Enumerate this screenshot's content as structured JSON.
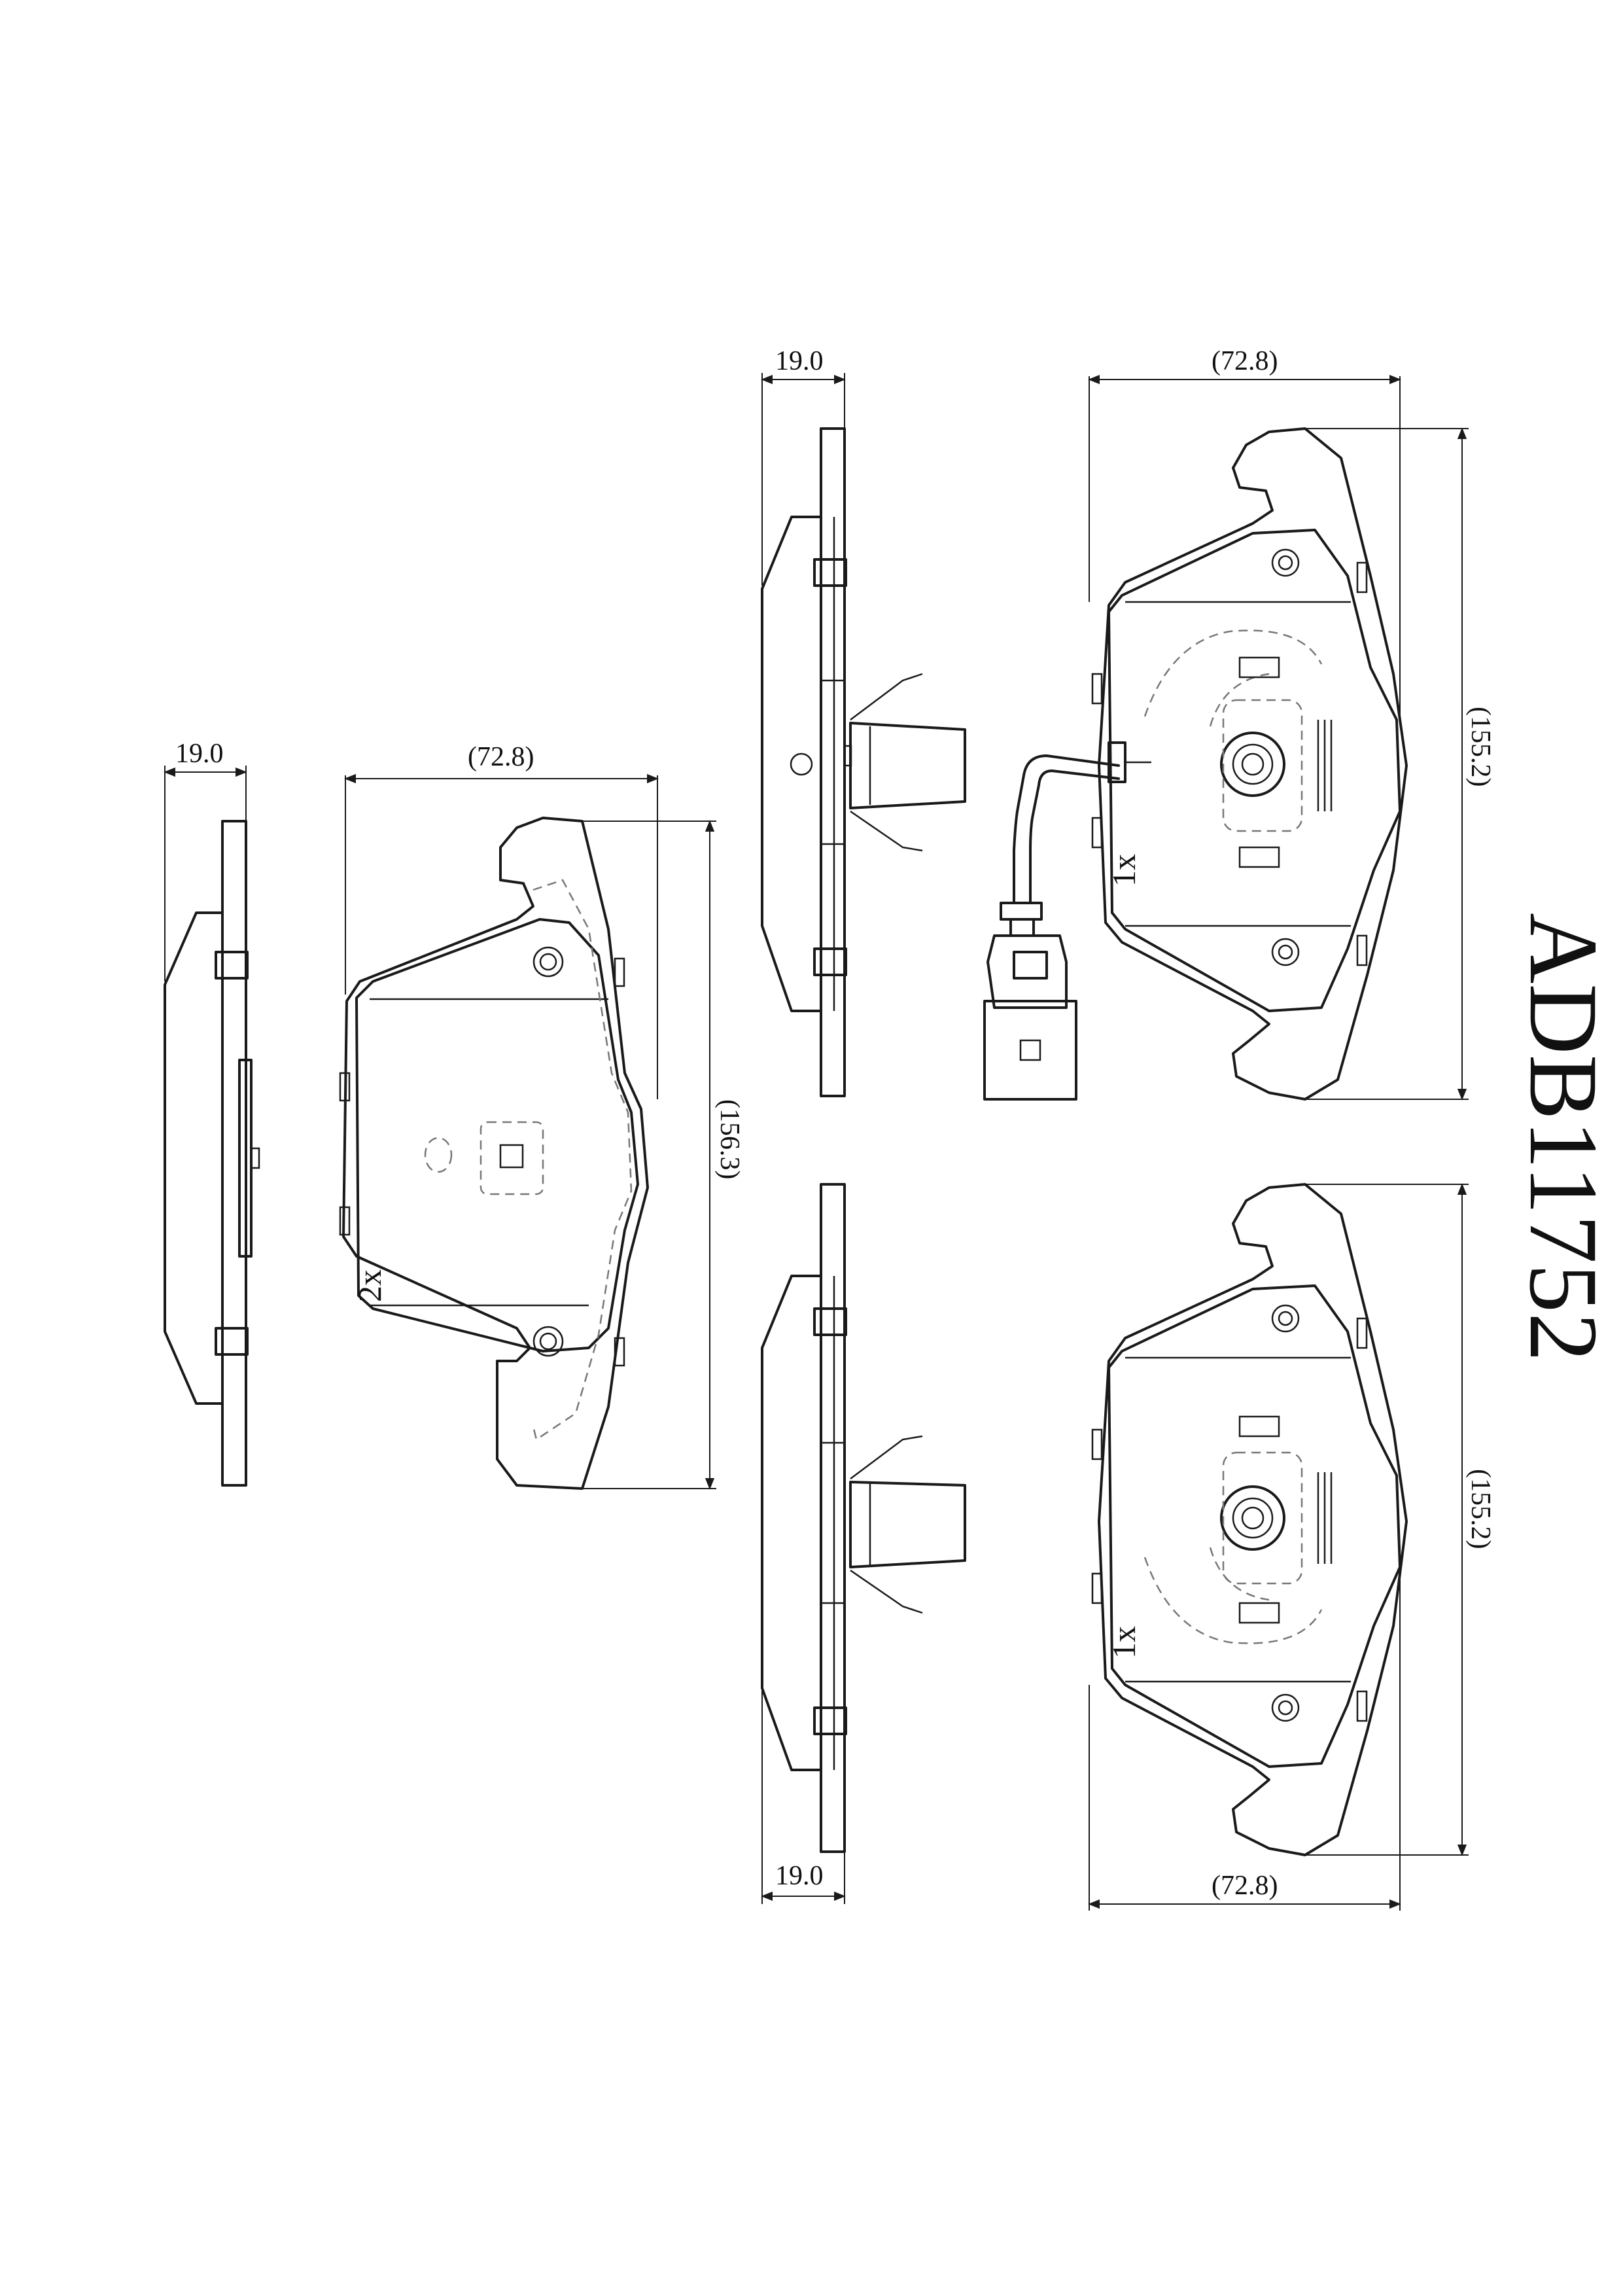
{
  "title": "ADB11752",
  "left_pad": {
    "thickness": "19.0",
    "width": "(72.8)",
    "height": "(156.3)",
    "quantity": "2x"
  },
  "top_right_pad": {
    "thickness": "19.0",
    "width": "(72.8)",
    "height": "(155.2)",
    "quantity": "1x"
  },
  "bottom_right_pad": {
    "thickness": "19.0",
    "width": "(72.8)",
    "height": "(155.2)",
    "quantity": "1x"
  }
}
